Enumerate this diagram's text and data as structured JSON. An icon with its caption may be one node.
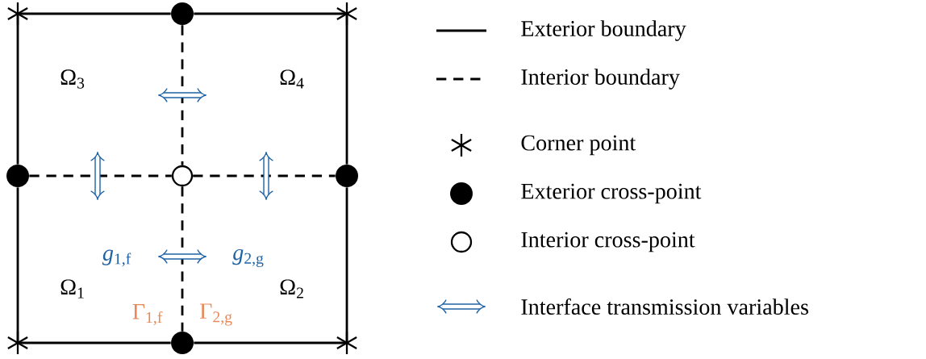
{
  "diagram": {
    "nodes": [
      {
        "text": [],
        "shape": "asterisk"
      },
      {
        "text": [],
        "shape": "circle"
      },
      {
        "text": [],
        "shape": "asterisk"
      },
      {
        "text": [],
        "shape": "circle"
      },
      {
        "text": [],
        "shape": "circle"
      },
      {
        "text": [],
        "shape": "circle"
      },
      {
        "text": [],
        "shape": "asterisk"
      },
      {
        "text": [],
        "shape": "circle"
      },
      {
        "text": [],
        "shape": "asterisk"
      }
    ],
    "edges": [
      {
        "from": 0,
        "to": 1,
        "arrow": "none"
      },
      {
        "from": 1,
        "to": 2,
        "arrow": "none"
      },
      {
        "from": 0,
        "to": 3,
        "arrow": "none"
      },
      {
        "from": 2,
        "to": 5,
        "arrow": "none"
      },
      {
        "from": 1,
        "to": 4,
        "arrow": "none",
        "style": "dashed"
      },
      {
        "from": 3,
        "to": 4,
        "arrow": "none",
        "style": "dashed"
      },
      {
        "from": 4,
        "to": 5,
        "arrow": "none",
        "style": "dashed"
      },
      {
        "from": 4,
        "to": 7,
        "arrow": "none",
        "style": "dashed"
      },
      {
        "from": 3,
        "to": 6,
        "arrow": "none"
      },
      {
        "from": 5,
        "to": 8,
        "arrow": "none"
      },
      {
        "from": 6,
        "to": 7,
        "arrow": "none"
      },
      {
        "from": 7,
        "to": 8,
        "arrow": "none"
      }
    ],
    "labels": [
      "Ω$_{3}$",
      "Ω$_{4}$",
      "*g*$_{1,f}$",
      "*g*$_{2,g}$",
      "Ω$_{1}$",
      "Ω$_{2}$",
      "Γ$_{1,f}$",
      "Γ$_{2,g}$"
    ],
    "legend": [
      {
        "text": "Exterior boundary"
      },
      {
        "text": "Interior boundary"
      },
      {
        "text": "Corner point"
      },
      {
        "text": "Exterior cross-point"
      },
      {
        "text": "Interior cross-point"
      },
      {
        "text": "Interface transmission variables"
      }
    ]
  }
}
